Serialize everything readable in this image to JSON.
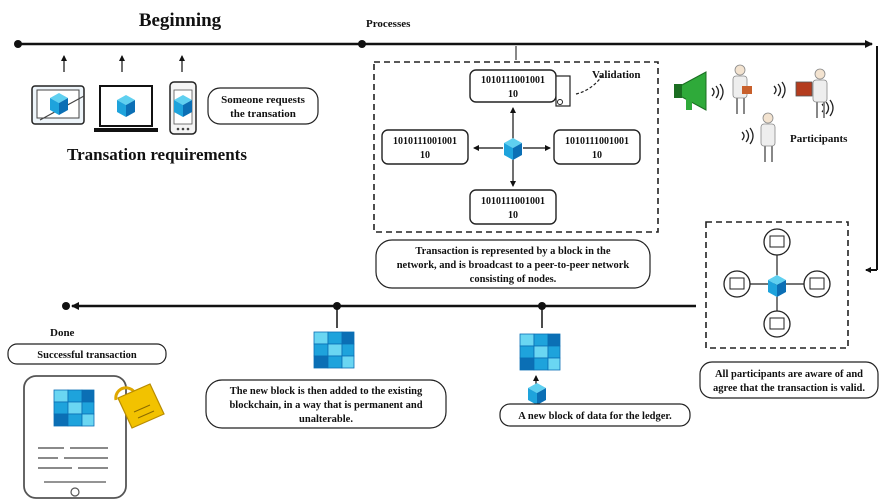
{
  "stages": {
    "beginning": "Beginning",
    "processes": "Processes",
    "done": "Done"
  },
  "labels": {
    "requirements_title": "Transation  requirements",
    "someone_requests_1": "Someone requests",
    "someone_requests_2": "the transation",
    "participants": "Participants",
    "validation": "Validation",
    "broadcast_1": "Transaction is represented by a block in the",
    "broadcast_2": "network, and is broadcast to a peer-to-peer network",
    "broadcast_3": "consisting of nodes.",
    "aware_1": "All participants are aware of and",
    "aware_2": "agree that the transaction is valid.",
    "new_block": "A new block of data for the ledger.",
    "added_1": "The new block is then added to the existing",
    "added_2": "blockchain, in a way that is permanent and",
    "added_3": "unalterable.",
    "success": "Successful transaction"
  },
  "node_data": {
    "line1": "1010111001001",
    "line2": "10"
  },
  "icons": [
    "desktop-icon",
    "laptop-icon",
    "phone-icon",
    "megaphone-icon",
    "person-icon",
    "signal-waves-icon",
    "blockchain-cube-icon",
    "padlock-icon",
    "tablet-icon"
  ],
  "colors": {
    "cube_light": "#5fd0f0",
    "cube_mid": "#1ea3dc",
    "cube_dark": "#0b6fb5",
    "lock": "#f2c200",
    "megaphone": "#2faa3a"
  }
}
